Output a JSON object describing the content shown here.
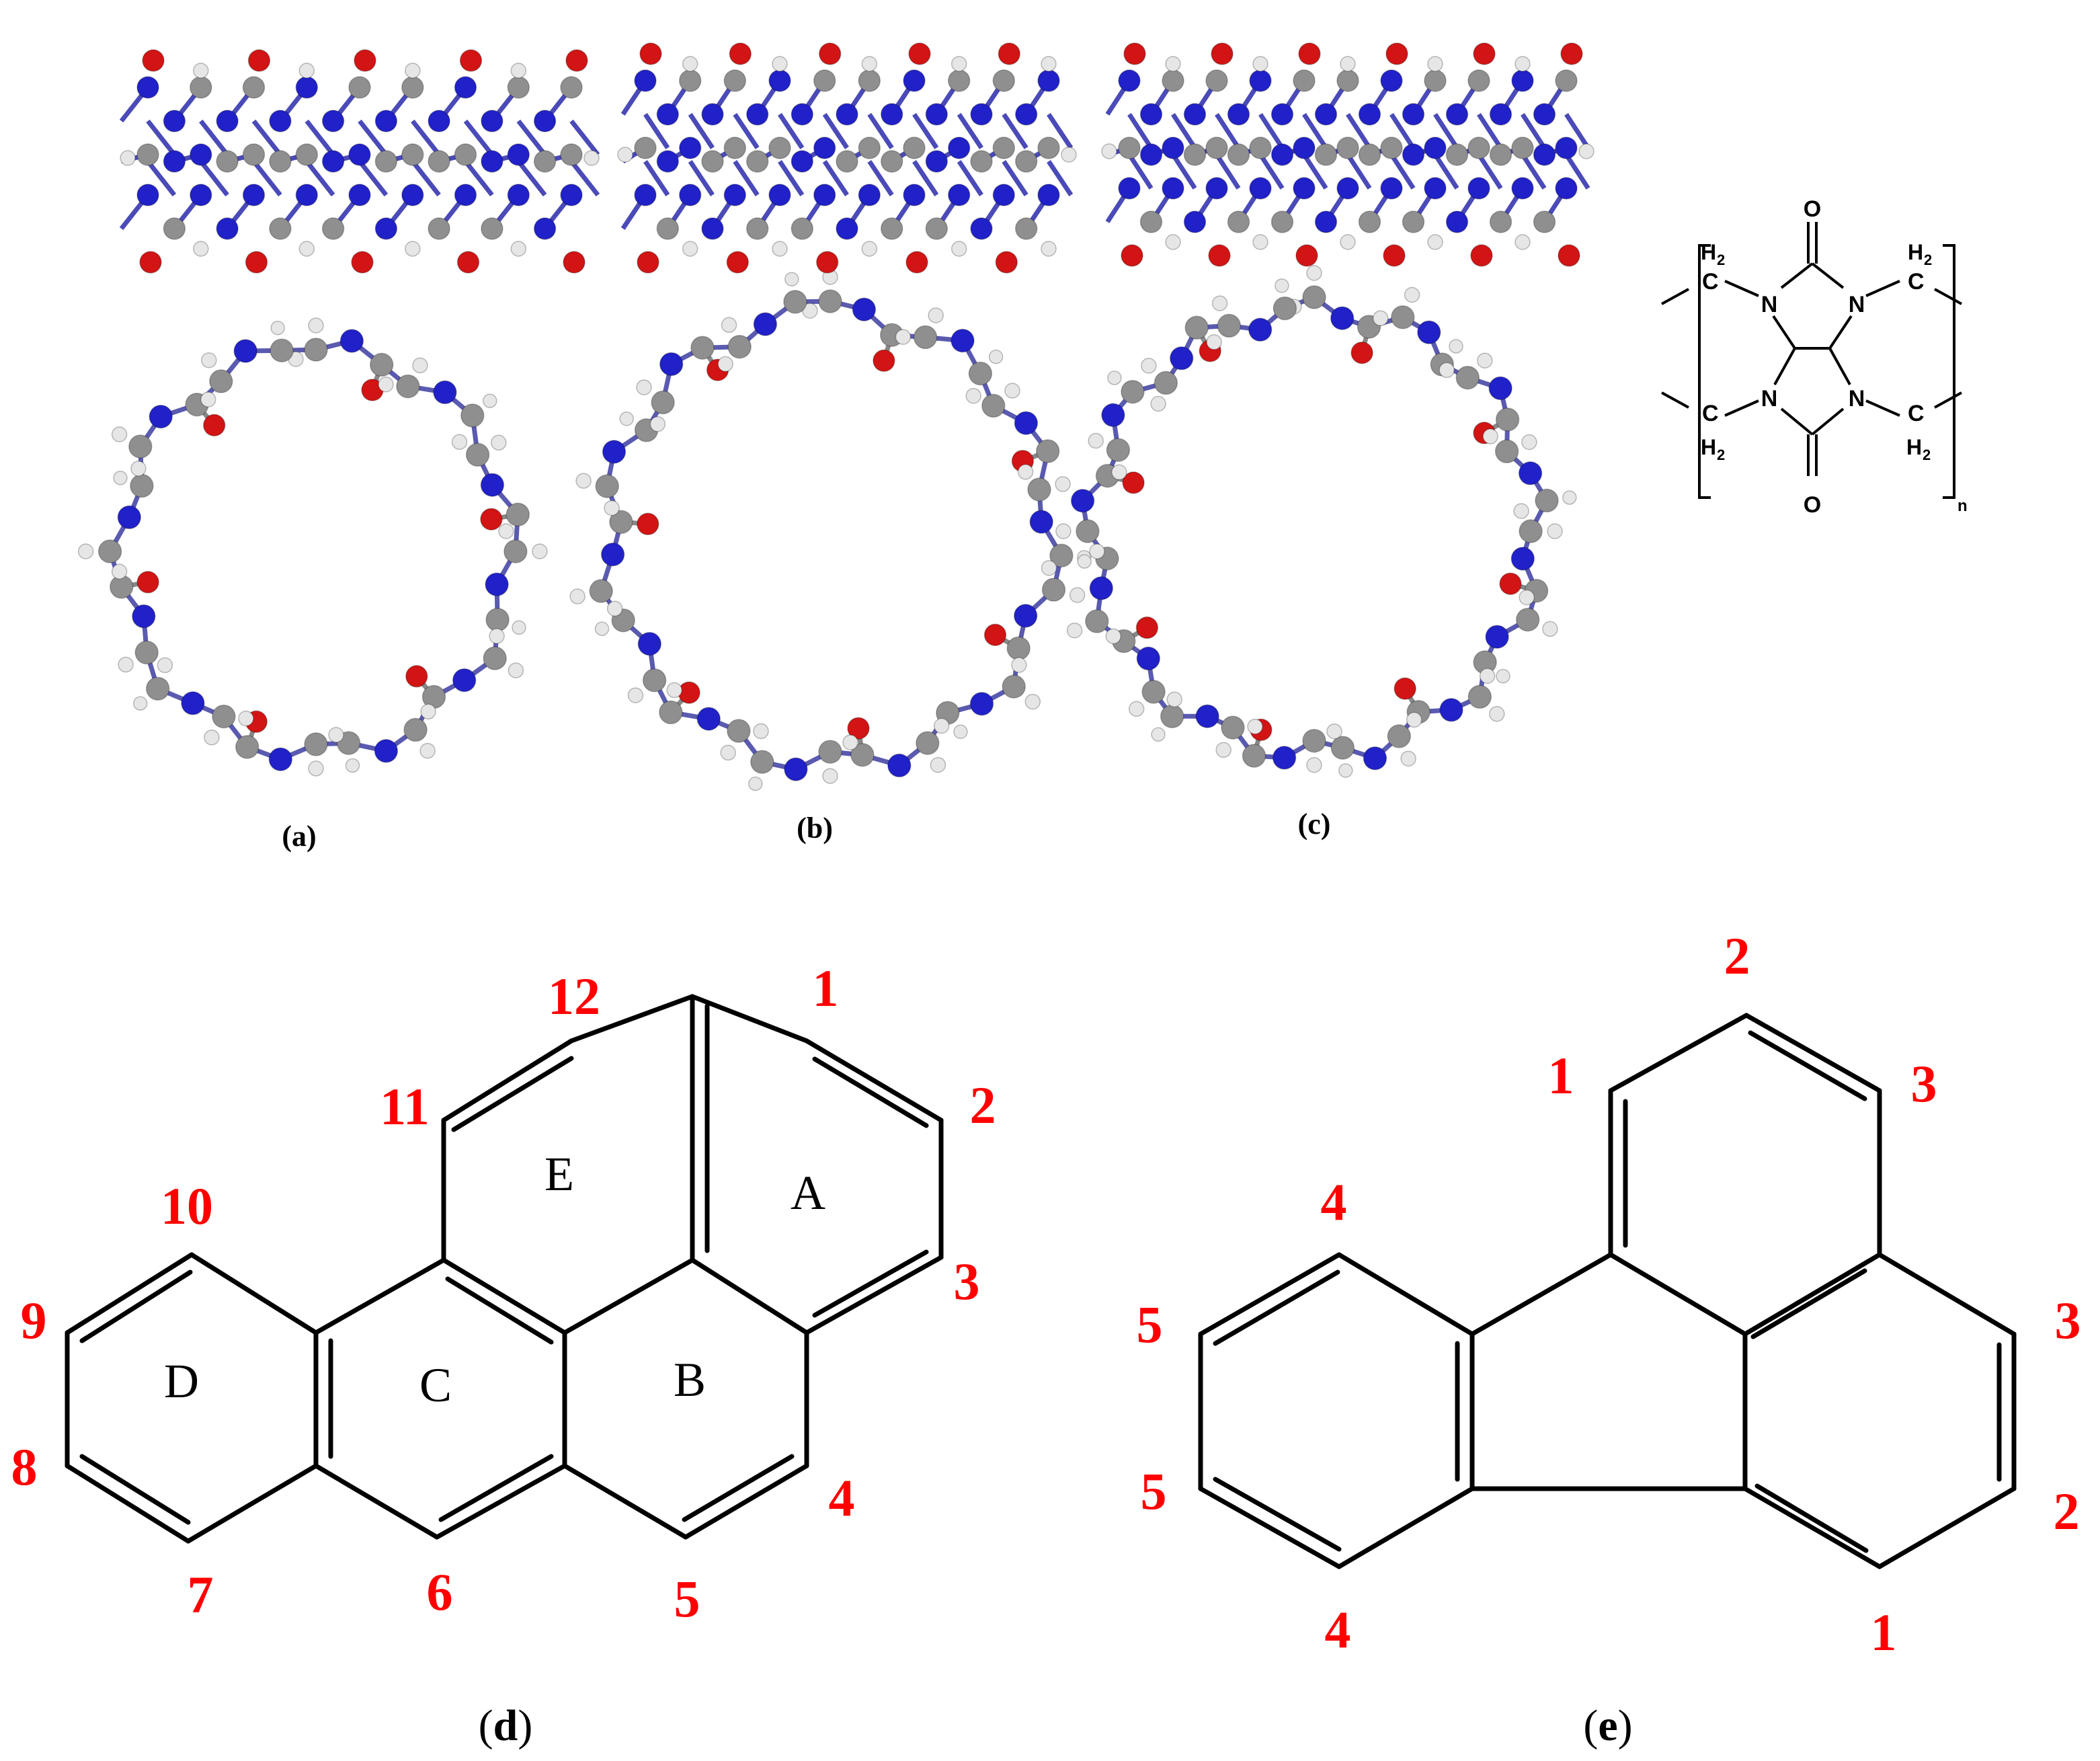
{
  "colors": {
    "carbon": "#8f8f8f",
    "nitrogen": "#2121c9",
    "oxygen": "#d21414",
    "hydrogen": "#e6e6e6",
    "bond": "#000000",
    "position_label": "#ff0000",
    "ring_label": "#000000"
  },
  "panels": {
    "a": {
      "label": "(a)",
      "ring_units": 6
    },
    "b": {
      "label": "(b)",
      "ring_units": 7
    },
    "c": {
      "label": "(c)",
      "ring_units": 8
    },
    "d": {
      "label_open": "(",
      "label_letter": "d",
      "label_close": ")"
    },
    "e": {
      "label_open": "(",
      "label_letter": "e",
      "label_close": ")"
    }
  },
  "monomer": {
    "atoms": {
      "O_top": "O",
      "O_bottom": "O",
      "C_top": "C",
      "C_bottom": "C",
      "N1": "N",
      "N2": "N",
      "N3": "N",
      "N4": "N",
      "CH2_tl_C": "C",
      "CH2_tl_H": "H",
      "CH2_tl_sub": "2",
      "CH2_tr_C": "C",
      "CH2_tr_H": "H",
      "CH2_tr_sub": "2",
      "CH2_bl_C": "C",
      "CH2_bl_H": "H",
      "CH2_bl_sub": "2",
      "CH2_br_C": "C",
      "CH2_br_H": "H",
      "CH2_br_sub": "2"
    },
    "repeat_subscript": "n"
  },
  "panel_d": {
    "rings": [
      "A",
      "B",
      "C",
      "D",
      "E"
    ],
    "positions": [
      "1",
      "2",
      "3",
      "4",
      "5",
      "6",
      "7",
      "8",
      "9",
      "10",
      "11",
      "12"
    ]
  },
  "panel_e": {
    "positions": [
      "1",
      "2",
      "3",
      "3",
      "2",
      "1",
      "4",
      "5",
      "5",
      "4"
    ]
  }
}
